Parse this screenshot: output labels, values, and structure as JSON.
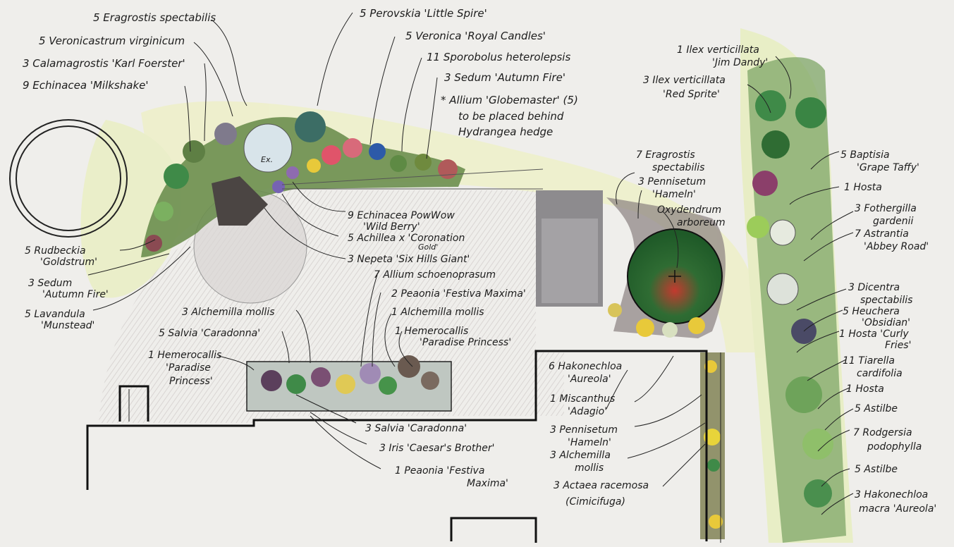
{
  "plant_labels": {
    "eragrostis_1": "5 Eragrostis spectabilis",
    "veronicastrum": "5 Veronicastrum virginicum",
    "calamagrostis": "3 Calamagrostis 'Karl Foerster'",
    "echinacea_milkshake": "9 Echinacea 'Milkshake'",
    "perovskia": "5 Perovskia 'Little Spire'",
    "veronica": "5 Veronica 'Royal Candles'",
    "sporobolus": "11 Sporobolus heterolepsis",
    "sedum_top": "3 Sedum 'Autumn Fire'",
    "allium_note_1": "* Allium 'Globemaster' (5)",
    "allium_note_2": "to be placed behind",
    "allium_note_3": "Hydrangea hedge",
    "echinacea_powwow_1": "9 Echinacea PowWow",
    "echinacea_powwow_2": "'Wild Berry'",
    "achillea_1": "5 Achillea x 'Coronation",
    "achillea_2": "Gold'",
    "nepeta": "3 Nepeta 'Six Hills Giant'",
    "rudbeckia_1": "5 Rudbeckia",
    "rudbeckia_2": "'Goldstrum'",
    "sedum_left_1": "3 Sedum",
    "sedum_left_2": "'Autumn Fire'",
    "lavandula_1": "5 Lavandula",
    "lavandula_2": "'Munstead'",
    "allium_schoenoprasum": "7 Allium schoenoprasum",
    "peaonia_festiva_top": "2 Peaonia 'Festiva Maxima'",
    "alchemilla_right": "1 Alchemilla mollis",
    "hemerocallis_right_1": "1 Hemerocallis",
    "hemerocallis_right_2": "'Paradise Princess'",
    "alchemilla_left": "3 Alchemilla mollis",
    "salvia_left": "5 Salvia 'Caradonna'",
    "hemerocallis_left_1": "1 Hemerocallis",
    "hemerocallis_left_2": "'Paradise",
    "hemerocallis_left_3": "Princess'",
    "salvia_bottom": "3 Salvia 'Caradonna'",
    "iris": "3 Iris 'Caesar's Brother'",
    "peaonia_bottom_1": "1 Peaonia 'Festiva",
    "peaonia_bottom_2": "Maxima'",
    "eragrostis_2_1": "7 Eragrostis",
    "eragrostis_2_2": "spectabilis",
    "pennisetum_top_1": "3 Pennisetum",
    "pennisetum_top_2": "'Hameln'",
    "oxydendrum_1": "Oxydendrum",
    "oxydendrum_2": "arboreum",
    "hakonechloa_top_1": "6 Hakonechloa",
    "hakonechloa_top_2": "'Aureola'",
    "miscanthus_1": "1 Miscanthus",
    "miscanthus_2": "'Adagio'",
    "pennisetum_bottom_1": "3 Pennisetum",
    "pennisetum_bottom_2": "'Hameln'",
    "alchemilla_bottom_1": "3 Alchemilla",
    "alchemilla_bottom_2": "mollis",
    "actaea_1": "3 Actaea racemosa",
    "actaea_2": "(Cimicifuga)",
    "ilex_jim_1": "1 Ilex verticillata",
    "ilex_jim_2": "'Jim Dandy'",
    "ilex_red_1": "3 Ilex verticillata",
    "ilex_red_2": "'Red Sprite'",
    "baptisia_1": "5 Baptisia",
    "baptisia_2": "'Grape Taffy'",
    "hosta_1": "1 Hosta",
    "fothergilla_1": "3 Fothergilla",
    "fothergilla_2": "gardenii",
    "astrantia_1": "7 Astrantia",
    "astrantia_2": "'Abbey Road'",
    "dicentra_1": "3 Dicentra",
    "dicentra_2": "spectabilis",
    "heuchera_1": "5 Heuchera",
    "heuchera_2": "'Obsidian'",
    "hosta_curly_1": "1 Hosta 'Curly",
    "hosta_curly_2": "Fries'",
    "tiarella_1": "11 Tiarella",
    "tiarella_2": "cardifolia",
    "hosta_2": "1 Hosta",
    "astilbe_1": "5 Astilbe",
    "rodgersia_1": "7 Rodgersia",
    "rodgersia_2": "podophylla",
    "astilbe_2": "5 Astilbe",
    "hakonechloa_bottom_1": "3 Hakonechloa",
    "hakonechloa_bottom_2": "macra 'Aureola'"
  },
  "annotations": {
    "existing_mark": "Ex."
  },
  "colors": {
    "paper": "#efeeeb",
    "lawn_wash": "#e7ecc0",
    "foliage_green": "#3f8a48",
    "foliage_light": "#7bb060",
    "purple": "#6f5f8a",
    "pink": "#d86a7a",
    "yellow": "#e8c93a",
    "red": "#e0453a",
    "gray_pencil": "#a9a5a5"
  }
}
